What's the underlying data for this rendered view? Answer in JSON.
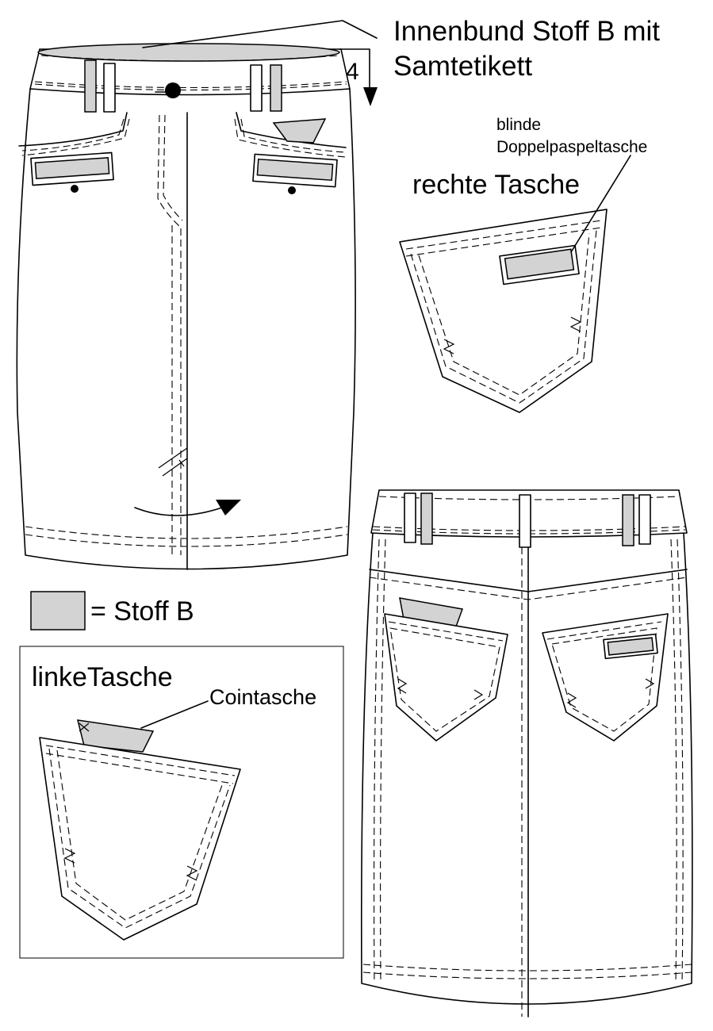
{
  "labels": {
    "inner_waistband_line1": "Innenbund Stoff B mit",
    "inner_waistband_line2": "Samtetikett",
    "step_number": "4",
    "blind_pocket_line1": "blinde",
    "blind_pocket_line2": "Doppelpaspeltasche",
    "right_pocket_title": "rechte Tasche",
    "legend_text": "= Stoff B",
    "left_pocket_title": "linkeTasche",
    "coin_pocket": "Cointasche"
  },
  "colors": {
    "fabric_b": "#d3d3d3",
    "line": "#000000",
    "background": "#ffffff"
  }
}
